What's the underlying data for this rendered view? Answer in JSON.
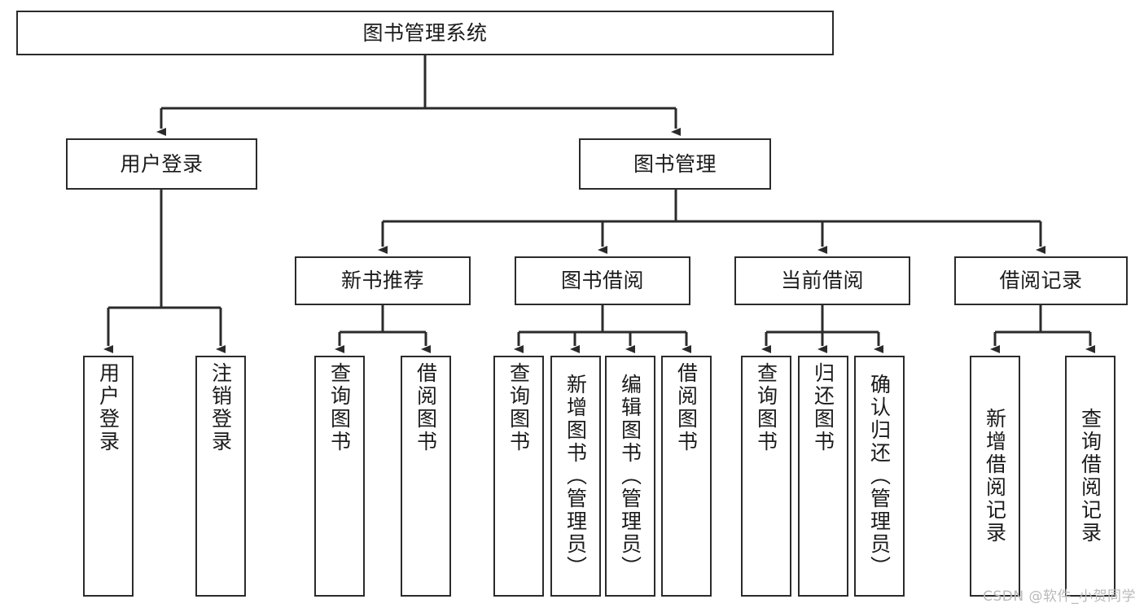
{
  "diagram": {
    "title": "图书管理系统",
    "type": "tree-hierarchy-diagram",
    "colors": {
      "box_border": "#2b2b2b",
      "box_fill": "#ffffff",
      "edge": "#2b2b2b",
      "text": "#1b1b1b",
      "watermark": "#b9b9b9",
      "background": "#ffffff"
    },
    "watermark": "CSDN @软件_小贺同学",
    "levels": {
      "root": "图书管理系统",
      "level2": [
        "用户登录",
        "图书管理"
      ],
      "level3": [
        "新书推荐",
        "图书借阅",
        "当前借阅",
        "借阅记录"
      ]
    },
    "nodes": {
      "root": {
        "label": "图书管理系统",
        "orientation": "horizontal"
      },
      "user_login": {
        "label": "用户登录",
        "orientation": "horizontal"
      },
      "book_manage": {
        "label": "图书管理",
        "orientation": "horizontal"
      },
      "new_book_rec": {
        "label": "新书推荐",
        "orientation": "horizontal"
      },
      "book_borrow": {
        "label": "图书借阅",
        "orientation": "horizontal"
      },
      "current_borrow": {
        "label": "当前借阅",
        "orientation": "horizontal"
      },
      "borrow_record": {
        "label": "借阅记录",
        "orientation": "horizontal"
      },
      "leaf_user_login": {
        "label": "用户登录",
        "orientation": "vertical"
      },
      "leaf_logout": {
        "label": "注销登录",
        "orientation": "vertical"
      },
      "leaf_query_book_1": {
        "label": "查询图书",
        "orientation": "vertical"
      },
      "leaf_borrow_book_1": {
        "label": "借阅图书",
        "orientation": "vertical"
      },
      "leaf_query_book_2": {
        "label": "查询图书",
        "orientation": "vertical"
      },
      "leaf_add_book": {
        "label": "新增图书（管理员）",
        "orientation": "vertical"
      },
      "leaf_edit_book": {
        "label": "编辑图书（管理员）",
        "orientation": "vertical"
      },
      "leaf_borrow_book_2": {
        "label": "借阅图书",
        "orientation": "vertical"
      },
      "leaf_query_book_3": {
        "label": "查询图书",
        "orientation": "vertical"
      },
      "leaf_return_book": {
        "label": "归还图书",
        "orientation": "vertical"
      },
      "leaf_confirm_return": {
        "label": "确认归还（管理员）",
        "orientation": "vertical"
      },
      "leaf_add_record": {
        "label": "新增借阅记录",
        "orientation": "vertical"
      },
      "leaf_query_record": {
        "label": "查询借阅记录",
        "orientation": "vertical"
      }
    },
    "edges": [
      {
        "from": "root",
        "to": "user_login"
      },
      {
        "from": "root",
        "to": "book_manage"
      },
      {
        "from": "user_login",
        "to": "leaf_user_login"
      },
      {
        "from": "user_login",
        "to": "leaf_logout"
      },
      {
        "from": "book_manage",
        "to": "new_book_rec"
      },
      {
        "from": "book_manage",
        "to": "book_borrow"
      },
      {
        "from": "book_manage",
        "to": "current_borrow"
      },
      {
        "from": "book_manage",
        "to": "borrow_record"
      },
      {
        "from": "new_book_rec",
        "to": "leaf_query_book_1"
      },
      {
        "from": "new_book_rec",
        "to": "leaf_borrow_book_1"
      },
      {
        "from": "book_borrow",
        "to": "leaf_query_book_2"
      },
      {
        "from": "book_borrow",
        "to": "leaf_add_book"
      },
      {
        "from": "book_borrow",
        "to": "leaf_edit_book"
      },
      {
        "from": "book_borrow",
        "to": "leaf_borrow_book_2"
      },
      {
        "from": "current_borrow",
        "to": "leaf_query_book_3"
      },
      {
        "from": "current_borrow",
        "to": "leaf_return_book"
      },
      {
        "from": "current_borrow",
        "to": "leaf_confirm_return"
      },
      {
        "from": "borrow_record",
        "to": "leaf_add_record"
      },
      {
        "from": "borrow_record",
        "to": "leaf_query_record"
      }
    ]
  }
}
